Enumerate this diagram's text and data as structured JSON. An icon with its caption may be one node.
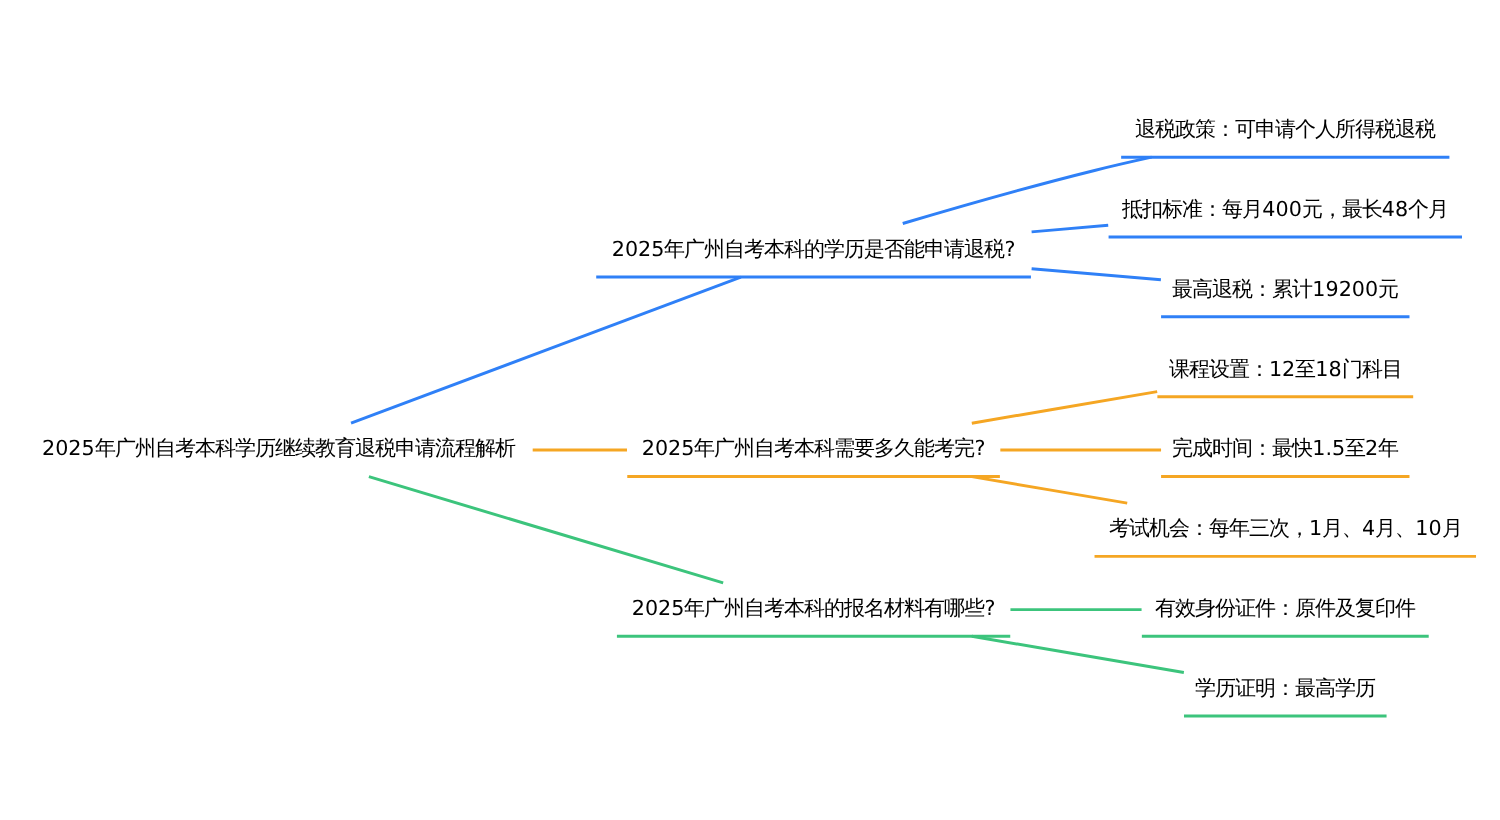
{
  "diagram": {
    "nodes": [
      {
        "text": [
          "2025年广州自考本科学历继续教育退税申请流程解析"
        ]
      },
      {
        "text": [
          "2025年广州自考本科的学历是否能申请退税?"
        ]
      },
      {
        "text": [
          "退税政策：可申请个人所得税退税"
        ]
      },
      {
        "text": [
          "抵扣标准：每月400元，最长48个月"
        ]
      },
      {
        "text": [
          "最高退税：累计19200元"
        ]
      },
      {
        "text": [
          "2025年广州自考本科需要多久能考完?"
        ]
      },
      {
        "text": [
          "课程设置：12至18门科目"
        ]
      },
      {
        "text": [
          "完成时间：最快1.5至2年"
        ]
      },
      {
        "text": [
          "考试机会：每年三次，1月、4月、10月"
        ]
      },
      {
        "text": [
          "2025年广州自考本科的报名材料有哪些?"
        ]
      },
      {
        "text": [
          "有效身份证件：原件及复印件"
        ]
      },
      {
        "text": [
          "学历证明：最高学历"
        ]
      }
    ],
    "edges": [
      {
        "from": 0,
        "to": 1,
        "arrow": "none",
        "color": "#2f80f7"
      },
      {
        "from": 1,
        "to": 2,
        "arrow": "none",
        "color": "#2f80f7"
      },
      {
        "from": 1,
        "to": 3,
        "arrow": "none",
        "color": "#2f80f7"
      },
      {
        "from": 1,
        "to": 4,
        "arrow": "none",
        "color": "#2f80f7"
      },
      {
        "from": 0,
        "to": 5,
        "arrow": "none",
        "color": "#f5a623"
      },
      {
        "from": 5,
        "to": 6,
        "arrow": "none",
        "color": "#f5a623"
      },
      {
        "from": 5,
        "to": 7,
        "arrow": "none",
        "color": "#f5a623"
      },
      {
        "from": 5,
        "to": 8,
        "arrow": "none",
        "color": "#f5a623"
      },
      {
        "from": 0,
        "to": 9,
        "arrow": "none",
        "color": "#3cc47c"
      },
      {
        "from": 9,
        "to": 10,
        "arrow": "none",
        "color": "#3cc47c"
      },
      {
        "from": 9,
        "to": 11,
        "arrow": "none",
        "color": "#3cc47c"
      }
    ]
  }
}
